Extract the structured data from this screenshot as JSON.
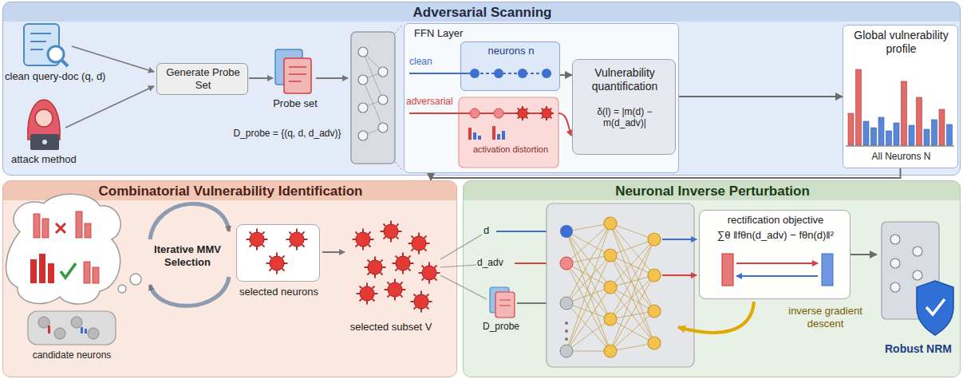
{
  "diagram": {
    "nodes": [
      {
        "text": [
          "Adversarial Scanning"
        ]
      },
      {
        "text": [
          "Generate Probe Set"
        ],
        "in": 0
      },
      {
        "text": [
          "FFN Layer"
        ],
        "in": 0
      },
      {
        "text": [
          "neurons n"
        ],
        "in": 2
      },
      {
        "text": [
          "Vulnerability quantification",
          "δ(l) = |m(d) − m(d_adv)|"
        ],
        "in": 2
      },
      {
        "text": [
          "Global vulnerability profile",
          "All Neurons N"
        ],
        "in": 0
      },
      {
        "text": [
          "Combinatorial Vulnerability Identification"
        ]
      },
      {
        "text": [
          "selected neurons"
        ],
        "in": 6
      },
      {
        "text": [
          "Neuronal Inverse Perturbation"
        ]
      },
      {
        "text": [
          "rectification objective",
          "∑θ ‖fθn(d_adv) − fθn(d)‖²"
        ],
        "in": 8
      },
      {
        "text": [
          "Robust NRM"
        ],
        "in": 8
      }
    ],
    "edges": [
      {
        "from": 3,
        "to": 4,
        "arrow": "to"
      },
      {
        "from": 2,
        "to": 5,
        "arrow": "to"
      },
      {
        "from": 5,
        "to": 6,
        "arrow": "to"
      },
      {
        "from": 9,
        "to": 10,
        "arrow": "to"
      }
    ],
    "labels": [
      "clean query-doc (q, d)",
      "attack method",
      "Probe set",
      "D_probe = {(q, d, d_adv)}",
      "clean",
      "adversarial",
      "activation distortion",
      "candidate neurons",
      "Iterative MMV Selection",
      "selected subset V",
      "d",
      "d_adv",
      "D_probe",
      "inverse gradient descent"
    ]
  }
}
